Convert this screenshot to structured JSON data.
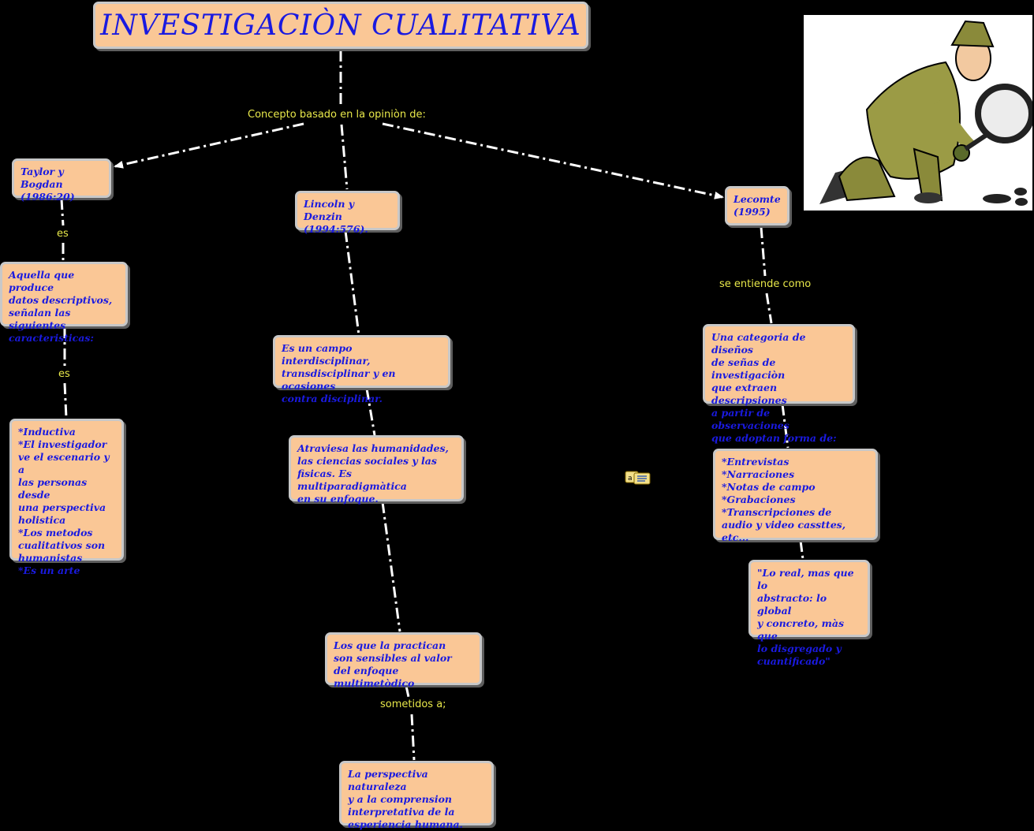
{
  "title": "INVESTIGACIÒN CUALITATIVA",
  "labels": {
    "concepto": "Concepto basado en la opiniòn de:",
    "es1": "es",
    "es2": "es",
    "se_entiende": "se entiende como",
    "sometidos": "sometidos a;"
  },
  "nodes": {
    "taylor": "Taylor y Bogdan\n(1986:20)",
    "lincoln": "Lincoln y Denzin\n(1994:576).",
    "lecomte": "Lecomte\n(1995)",
    "aquella": "Aquella que produce\ndatos descriptivos,\nseñalan las siguientes\ncaracteristicas:",
    "caracteristicas": "*Inductiva\n*El investigador\n ve el escenario y a\nlas personas desde\nuna perspectiva\nholistica\n*Los metodos\ncualitativos son\nhumanistas\n*Es un arte",
    "campo": "Es un campo interdisciplinar,\ntransdisciplinar y en ocasiones\ncontra disciplinar.",
    "atraviesa": "Atraviesa las humanidades,\nlas ciencias sociales y las\nfisicas. Es multiparadigmàtica\nen su enfoque.",
    "practican": "Los que la practican\nson sensibles al valor\ndel enfoque multimetòdico",
    "perspectiva": "La perspectiva naturaleza\ny a la comprension\ninterpretativa de la\nesperiencia humana.",
    "categoria": "Una categoria de diseños\nde señas de investigaciòn\nque extraen descripsiones\na partir de observaciones\nque adoptan forma de:",
    "entrevistas": "*Entrevistas\n*Narraciones\n*Notas de campo\n*Grabaciones\n*Transcripciones de\naudio y video cassttes, etc...",
    "real": "\"Lo real, mas que lo\nabstracto: lo global\ny concreto, màs que\nlo disgregado y\ncuantificado\""
  },
  "colors": {
    "background": "#000000",
    "node_fill": "#fac796",
    "node_text": "#1a1ae0",
    "link_label": "#e8e84a",
    "link_line": "#ffffff"
  },
  "icons": [
    "detective-image",
    "attachment-icon"
  ]
}
